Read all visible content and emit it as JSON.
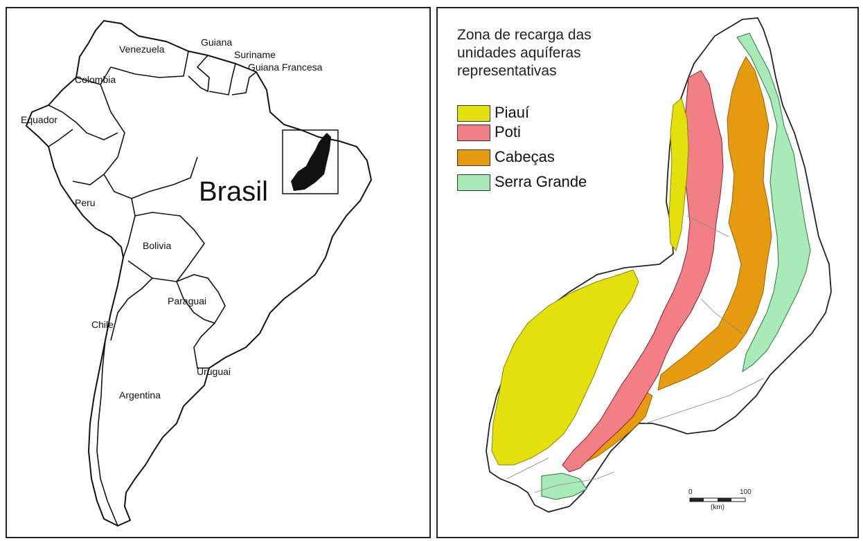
{
  "left_map": {
    "country_labels": {
      "venezuela": "Venezuela",
      "guiana": "Guiana",
      "suriname": "Suriname",
      "guiana_francesa": "Guiana Francesa",
      "colombia": "Colombia",
      "equador": "Equador",
      "brasil": "Brasil",
      "peru": "Peru",
      "bolivia": "Bolivia",
      "paraguai": "Paraguai",
      "chile": "Chile",
      "argentina": "Argentina",
      "uruguai": "Uruguai"
    },
    "highlight_color": "#111111"
  },
  "right_map": {
    "legend": {
      "title_lines": [
        "Zona de recarga das",
        "unidades aquíferas",
        "representativas"
      ],
      "items": [
        {
          "label": "Piauí",
          "color": "#e3e00e"
        },
        {
          "label": "Poti",
          "color": "#f17f85"
        },
        {
          "label": "Cabeças",
          "color": "#e69a10"
        },
        {
          "label": "Serra Grande",
          "color": "#a8eab8"
        }
      ]
    },
    "scale": {
      "start": "0",
      "end": "100",
      "unit": "(km)"
    }
  }
}
